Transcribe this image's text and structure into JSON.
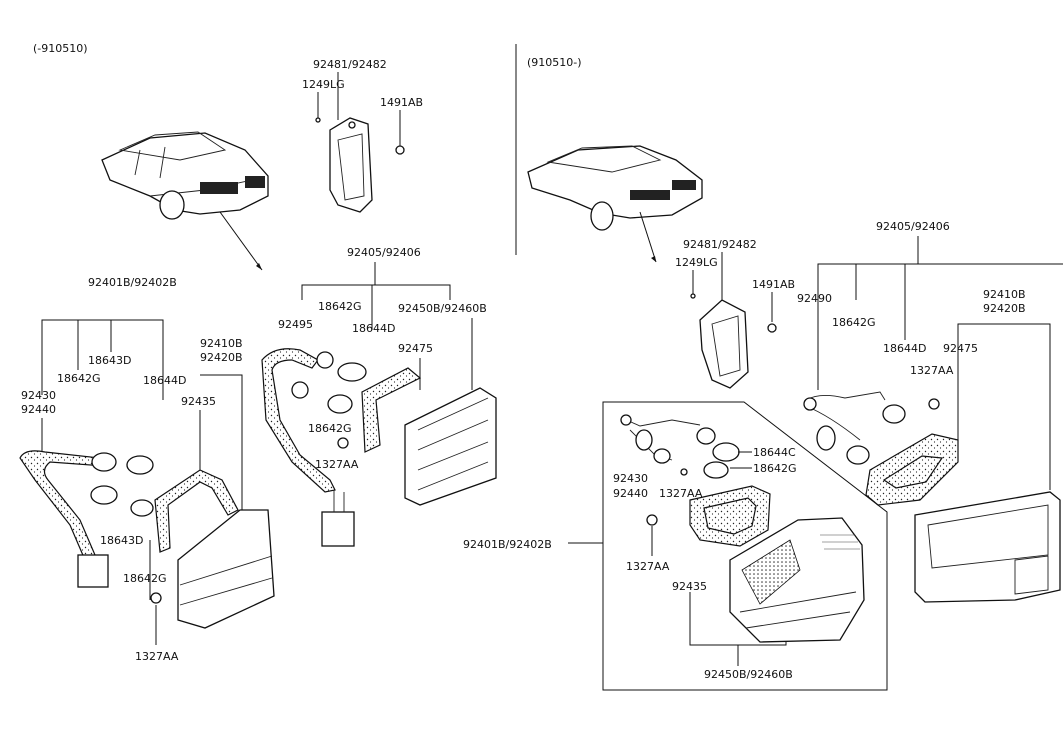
{
  "sections": {
    "left_period": "(-910510)",
    "right_period": "(910510-)"
  },
  "left": {
    "label_9248x": "92481/92482",
    "label_1249lg": "1249LG",
    "label_1491ab": "1491AB",
    "label_9240x": "92405/92406",
    "label_18642g_top": "18642G",
    "label_92495": "92495",
    "label_18644d_mid": "18644D",
    "label_9245x": "92450B/92460B",
    "label_92475": "92475",
    "label_18642g_mid": "18642G",
    "label_1327aa_mid": "1327AA",
    "label_9240b": "92401B/92402B",
    "label_18643d_top": "18643D",
    "label_18642g_left": "18642G",
    "label_18644d_left": "18644D",
    "label_92430": "92430",
    "label_92440": "92440",
    "label_92410b": "92410B",
    "label_92420b": "92420B",
    "label_92435": "92435",
    "label_18643d_bot": "18643D",
    "label_18642g_bot": "18642G",
    "label_1327aa_bot": "1327AA"
  },
  "right": {
    "label_9248x": "92481/92482",
    "label_1249lg": "1249LG",
    "label_1491ab": "1491AB",
    "label_9240x": "92405/92406",
    "label_92490": "92490",
    "label_18642g": "18642G",
    "label_18644d": "18644D",
    "label_92475": "92475",
    "label_1327aa_top": "1327AA",
    "label_92410b": "92410B",
    "label_92420b": "92420B",
    "label_18644c": "18644C",
    "label_18642g_box": "18642G",
    "label_92430": "92430",
    "label_92440": "92440",
    "label_1327aa_box": "1327AA",
    "label_9240b": "92401B/92402B",
    "label_1327aa_low": "1327AA",
    "label_92435": "92435",
    "label_9245x": "92450B/92460B"
  }
}
